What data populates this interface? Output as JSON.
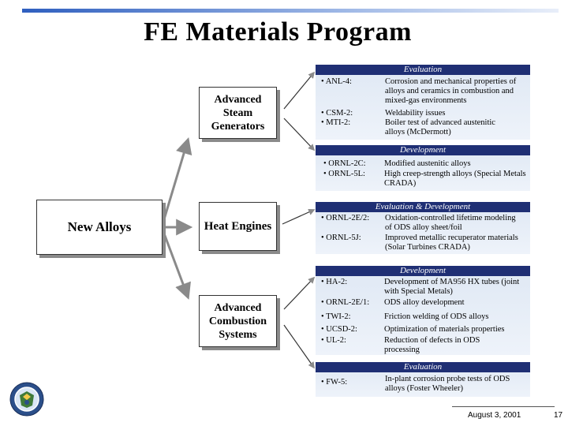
{
  "title": "FE Materials Program",
  "root": {
    "label": "New Alloys"
  },
  "applications": [
    {
      "label": "Advanced Steam Generators"
    },
    {
      "label": "Heat Engines"
    },
    {
      "label": "Advanced Combustion Systems"
    }
  ],
  "panels": [
    {
      "header": "Evaluation",
      "rows": [
        {
          "label": "• ANL-4:",
          "text": "Corrosion and mechanical properties of alloys and ceramics in combustion and mixed-gas environments"
        },
        {
          "label": "• CSM-2:",
          "text": "Weldability issues"
        },
        {
          "label": "• MTI-2:",
          "text": "Boiler test of advanced austenitic alloys (McDermott)"
        }
      ]
    },
    {
      "header": "Development",
      "rows": [
        {
          "label": "• ORNL-2C:",
          "text": "Modified austenitic alloys"
        },
        {
          "label": "• ORNL-5L:",
          "text": "High creep-strength alloys (Special Metals CRADA)"
        }
      ]
    },
    {
      "header": "Evaluation & Development",
      "rows": [
        {
          "label": "• ORNL-2E/2:",
          "text": "Oxidation-controlled lifetime modeling of ODS alloy sheet/foil"
        },
        {
          "label": "• ORNL-5J:",
          "text": "Improved metallic recuperator materials (Solar Turbines CRADA)"
        }
      ]
    },
    {
      "header": "Development",
      "rows": [
        {
          "label": "• HA-2:",
          "text": "Development of MA956 HX tubes (joint with Special Metals)"
        },
        {
          "label": "• ORNL-2E/1:",
          "text": "ODS alloy development"
        },
        {
          "label": "• TWI-2:",
          "text": "Friction welding of ODS alloys"
        },
        {
          "label": "• UCSD-2:",
          "text": "Optimization of materials properties"
        },
        {
          "label": "• UL-2:",
          "text": "Reduction of defects in ODS processing"
        }
      ]
    },
    {
      "header": "Evaluation",
      "rows": [
        {
          "label": "• FW-5:",
          "text": "In-plant corrosion probe tests of ODS alloys (Foster Wheeler)"
        }
      ]
    }
  ],
  "footer": {
    "date": "August 3, 2001",
    "page": "17"
  },
  "colors": {
    "panel_header": "#1f2f74",
    "panel_bg": "#e6edf7",
    "arrow": "#8a8a8a",
    "title_bar": "#2f5fbf"
  },
  "icons": [
    "doe-seal-icon"
  ]
}
